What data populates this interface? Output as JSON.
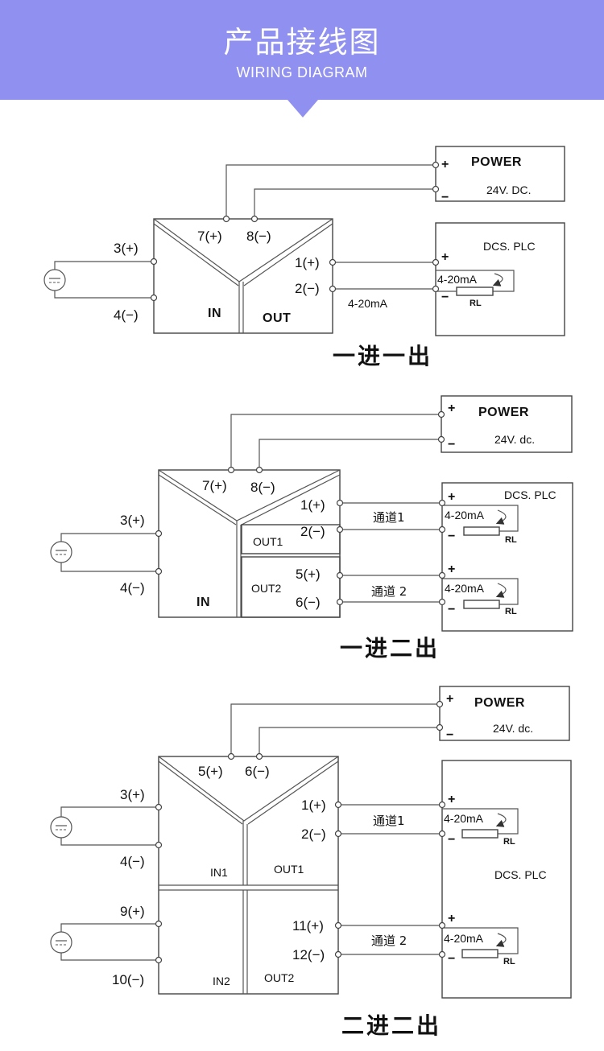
{
  "header": {
    "title": "产品接线图",
    "subtitle": "WIRING DIAGRAM"
  },
  "diagrams": [
    {
      "caption": "一进一出",
      "supply_terminals": [
        "7(+)",
        "8(−)"
      ],
      "input_terminals": [
        "3(+)",
        "4(−)"
      ],
      "output_terminals": [
        "1(+)",
        "2(−)"
      ],
      "in_label": "IN",
      "out_label": "OUT",
      "power_label": "POWER",
      "power_voltage": "24V. DC.",
      "dcs_label": "DCS. PLC",
      "signal": "4-20mA",
      "wire_signal": "4-20mA",
      "load": "RL",
      "plus": "+",
      "minus": "−"
    },
    {
      "caption": "一进二出",
      "supply_terminals": [
        "7(+)",
        "8(−)"
      ],
      "input_terminals": [
        "3(+)",
        "4(−)"
      ],
      "output1_terminals": [
        "1(+)",
        "2(−)"
      ],
      "output2_terminals": [
        "5(+)",
        "6(−)"
      ],
      "in_label": "IN",
      "out1_label": "OUT1",
      "out2_label": "OUT2",
      "channel1": "通道1",
      "channel2": "通道 2",
      "power_label": "POWER",
      "power_voltage": "24V. dc.",
      "dcs_label": "DCS. PLC",
      "signal": "4-20mA",
      "load": "RL",
      "plus": "+",
      "minus": "−"
    },
    {
      "caption": "二进二出",
      "supply_terminals": [
        "5(+)",
        "6(−)"
      ],
      "input1_terminals": [
        "3(+)",
        "4(−)"
      ],
      "input2_terminals": [
        "9(+)",
        "10(−)"
      ],
      "output1_terminals": [
        "1(+)",
        "2(−)"
      ],
      "output2_terminals": [
        "11(+)",
        "12(−)"
      ],
      "in1_label": "IN1",
      "in2_label": "IN2",
      "out1_label": "OUT1",
      "out2_label": "OUT2",
      "channel1": "通道1",
      "channel2": "通道 2",
      "power_label": "POWER",
      "power_voltage": "24V. dc.",
      "dcs_label": "DCS. PLC",
      "signal": "4-20mA",
      "load": "RL",
      "plus": "+",
      "minus": "−"
    }
  ],
  "colors": {
    "banner": "#9090f0",
    "line": "#444444"
  },
  "icons": [
    "signal-source-icon"
  ]
}
